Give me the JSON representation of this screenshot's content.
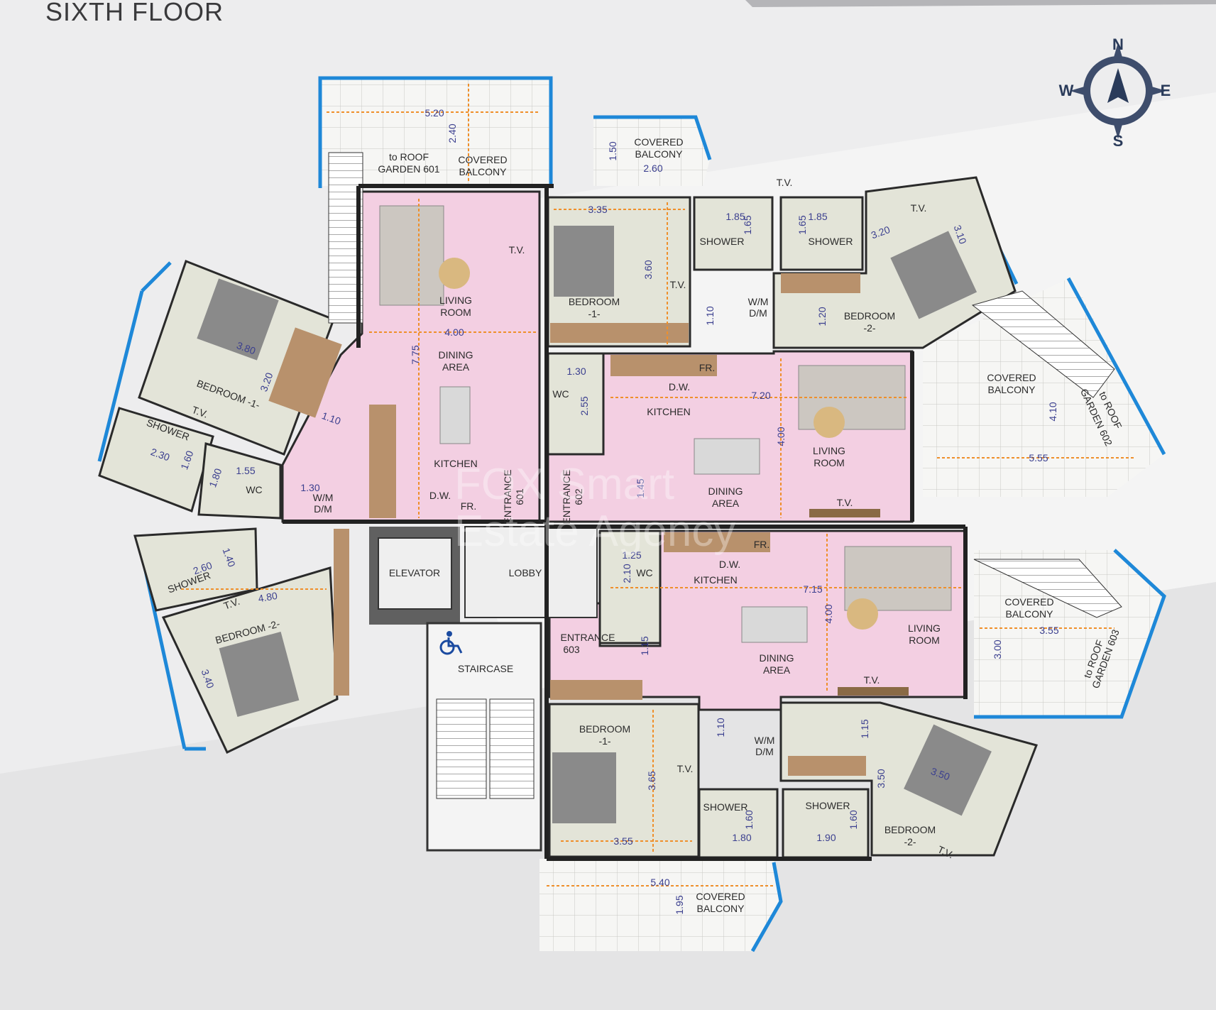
{
  "page": {
    "title": "SIXTH FLOOR"
  },
  "compass": {
    "n": "N",
    "s": "S",
    "e": "E",
    "w": "W"
  },
  "watermark": {
    "line1": "FOX Smart",
    "line2": "Estate Agency"
  },
  "colors": {
    "pink": "#f3cfe2",
    "wall": "#222222",
    "window": "#1e88d8",
    "grey_room": "#e3e4d8",
    "dim": "#ef8f2a",
    "dim_text": "#3b3f8f"
  },
  "labels": [
    {
      "id": "t1",
      "text": "COVERED"
    },
    {
      "id": "t2",
      "text": "BALCONY"
    },
    {
      "id": "t3",
      "text": "to ROOF"
    },
    {
      "id": "t4",
      "text": "GARDEN 601"
    },
    {
      "id": "t5",
      "text": "COVERED"
    },
    {
      "id": "t6",
      "text": "BALCONY"
    },
    {
      "id": "t7",
      "text": "LIVING"
    },
    {
      "id": "t8",
      "text": "ROOM"
    },
    {
      "id": "t9",
      "text": "DINING"
    },
    {
      "id": "t10",
      "text": "AREA"
    },
    {
      "id": "t11",
      "text": "KITCHEN"
    },
    {
      "id": "t12",
      "text": "BEDROOM"
    },
    {
      "id": "t13",
      "text": "-1-"
    },
    {
      "id": "t14",
      "text": "SHOWER"
    },
    {
      "id": "t15",
      "text": "SHOWER"
    },
    {
      "id": "t16",
      "text": "BEDROOM"
    },
    {
      "id": "t17",
      "text": "-2-"
    },
    {
      "id": "t18",
      "text": "W/M"
    },
    {
      "id": "t19",
      "text": "D/M"
    },
    {
      "id": "t20",
      "text": "WC"
    },
    {
      "id": "t21",
      "text": "KITCHEN"
    },
    {
      "id": "t22",
      "text": "FR."
    },
    {
      "id": "t23",
      "text": "D.W."
    },
    {
      "id": "t24",
      "text": "LIVING"
    },
    {
      "id": "t25",
      "text": "ROOM"
    },
    {
      "id": "t26",
      "text": "DINING"
    },
    {
      "id": "t27",
      "text": "AREA"
    },
    {
      "id": "t28",
      "text": "COVERED"
    },
    {
      "id": "t29",
      "text": "BALCONY"
    },
    {
      "id": "t30",
      "text": "to ROOF"
    },
    {
      "id": "t31",
      "text": "GARDEN 602"
    },
    {
      "id": "t32",
      "text": "BEDROOM -1-"
    },
    {
      "id": "t33",
      "text": "SHOWER"
    },
    {
      "id": "t34",
      "text": "WC"
    },
    {
      "id": "t35",
      "text": "W/M"
    },
    {
      "id": "t36",
      "text": "D/M"
    },
    {
      "id": "t37",
      "text": "D.W."
    },
    {
      "id": "t38",
      "text": "FR."
    },
    {
      "id": "t39",
      "text": "ENTRANCE"
    },
    {
      "id": "t40",
      "text": "601"
    },
    {
      "id": "t41",
      "text": "ENTRANCE"
    },
    {
      "id": "t42",
      "text": "602"
    },
    {
      "id": "t43",
      "text": "ELEVATOR"
    },
    {
      "id": "t44",
      "text": "LOBBY"
    },
    {
      "id": "t45",
      "text": "SHOWER"
    },
    {
      "id": "t46",
      "text": "BEDROOM -2-"
    },
    {
      "id": "t47",
      "text": "STAIRCASE"
    },
    {
      "id": "t48",
      "text": "ENTRANCE"
    },
    {
      "id": "t49",
      "text": "603"
    },
    {
      "id": "t50",
      "text": "WC"
    },
    {
      "id": "t51",
      "text": "KITCHEN"
    },
    {
      "id": "t52",
      "text": "D.W."
    },
    {
      "id": "t53",
      "text": "FR."
    },
    {
      "id": "t54",
      "text": "DINING"
    },
    {
      "id": "t55",
      "text": "AREA"
    },
    {
      "id": "t56",
      "text": "LIVING"
    },
    {
      "id": "t57",
      "text": "ROOM"
    },
    {
      "id": "t58",
      "text": "COVERED"
    },
    {
      "id": "t59",
      "text": "BALCONY"
    },
    {
      "id": "t60",
      "text": "to ROOF"
    },
    {
      "id": "t61",
      "text": "GARDEN 603"
    },
    {
      "id": "t62",
      "text": "BEDROOM"
    },
    {
      "id": "t63",
      "text": "-1-"
    },
    {
      "id": "t64",
      "text": "W/M"
    },
    {
      "id": "t65",
      "text": "D/M"
    },
    {
      "id": "t66",
      "text": "SHOWER"
    },
    {
      "id": "t67",
      "text": "SHOWER"
    },
    {
      "id": "t68",
      "text": "BEDROOM"
    },
    {
      "id": "t69",
      "text": "-2-"
    },
    {
      "id": "t70",
      "text": "COVERED"
    },
    {
      "id": "t71",
      "text": "BALCONY"
    },
    {
      "id": "t72",
      "text": "T.V."
    },
    {
      "id": "t73",
      "text": "T.V."
    },
    {
      "id": "t74",
      "text": "T.V."
    },
    {
      "id": "t75",
      "text": "T.V."
    },
    {
      "id": "t76",
      "text": "T.V."
    },
    {
      "id": "t77",
      "text": "T.V."
    },
    {
      "id": "t78",
      "text": "T.V."
    },
    {
      "id": "t79",
      "text": "T.V."
    },
    {
      "id": "t80",
      "text": "T.V."
    },
    {
      "id": "t81",
      "text": "T.V."
    }
  ],
  "dimensions": [
    {
      "id": "d1",
      "text": "5.20"
    },
    {
      "id": "d2",
      "text": "2.40"
    },
    {
      "id": "d3",
      "text": "1.50"
    },
    {
      "id": "d4",
      "text": "2.60"
    },
    {
      "id": "d5",
      "text": "4.00"
    },
    {
      "id": "d6",
      "text": "7.75"
    },
    {
      "id": "d7",
      "text": "3.35"
    },
    {
      "id": "d8",
      "text": "3.60"
    },
    {
      "id": "d9",
      "text": "1.85"
    },
    {
      "id": "d10",
      "text": "1.65"
    },
    {
      "id": "d11",
      "text": "1.85"
    },
    {
      "id": "d12",
      "text": "1.65"
    },
    {
      "id": "d13",
      "text": "3.20"
    },
    {
      "id": "d14",
      "text": "3.10"
    },
    {
      "id": "d15",
      "text": "1.10"
    },
    {
      "id": "d16",
      "text": "1.20"
    },
    {
      "id": "d17",
      "text": "1.30"
    },
    {
      "id": "d18",
      "text": "2.55"
    },
    {
      "id": "d19",
      "text": "7.20"
    },
    {
      "id": "d20",
      "text": "4.00"
    },
    {
      "id": "d21",
      "text": "4.10"
    },
    {
      "id": "d22",
      "text": "5.55"
    },
    {
      "id": "d23",
      "text": "3.80"
    },
    {
      "id": "d24",
      "text": "3.20"
    },
    {
      "id": "d25",
      "text": "1.10"
    },
    {
      "id": "d26",
      "text": "2.30"
    },
    {
      "id": "d27",
      "text": "1.60"
    },
    {
      "id": "d28",
      "text": "1.80"
    },
    {
      "id": "d29",
      "text": "1.55"
    },
    {
      "id": "d30",
      "text": "1.30"
    },
    {
      "id": "d31",
      "text": "1.45"
    },
    {
      "id": "d32",
      "text": "2.60"
    },
    {
      "id": "d33",
      "text": "1.40"
    },
    {
      "id": "d34",
      "text": "4.80"
    },
    {
      "id": "d35",
      "text": "3.40"
    },
    {
      "id": "d36",
      "text": "1.25"
    },
    {
      "id": "d37",
      "text": "2.10"
    },
    {
      "id": "d38",
      "text": "7.15"
    },
    {
      "id": "d39",
      "text": "4.00"
    },
    {
      "id": "d40",
      "text": "3.55"
    },
    {
      "id": "d41",
      "text": "3.00"
    },
    {
      "id": "d42",
      "text": "1.15"
    },
    {
      "id": "d43",
      "text": "1.10"
    },
    {
      "id": "d44",
      "text": "1.15"
    },
    {
      "id": "d45",
      "text": "3.65"
    },
    {
      "id": "d46",
      "text": "3.55"
    },
    {
      "id": "d47",
      "text": "1.60"
    },
    {
      "id": "d48",
      "text": "1.80"
    },
    {
      "id": "d49",
      "text": "1.90"
    },
    {
      "id": "d50",
      "text": "1.60"
    },
    {
      "id": "d51",
      "text": "3.50"
    },
    {
      "id": "d52",
      "text": "3.50"
    },
    {
      "id": "d53",
      "text": "5.40"
    },
    {
      "id": "d54",
      "text": "1.95"
    }
  ]
}
